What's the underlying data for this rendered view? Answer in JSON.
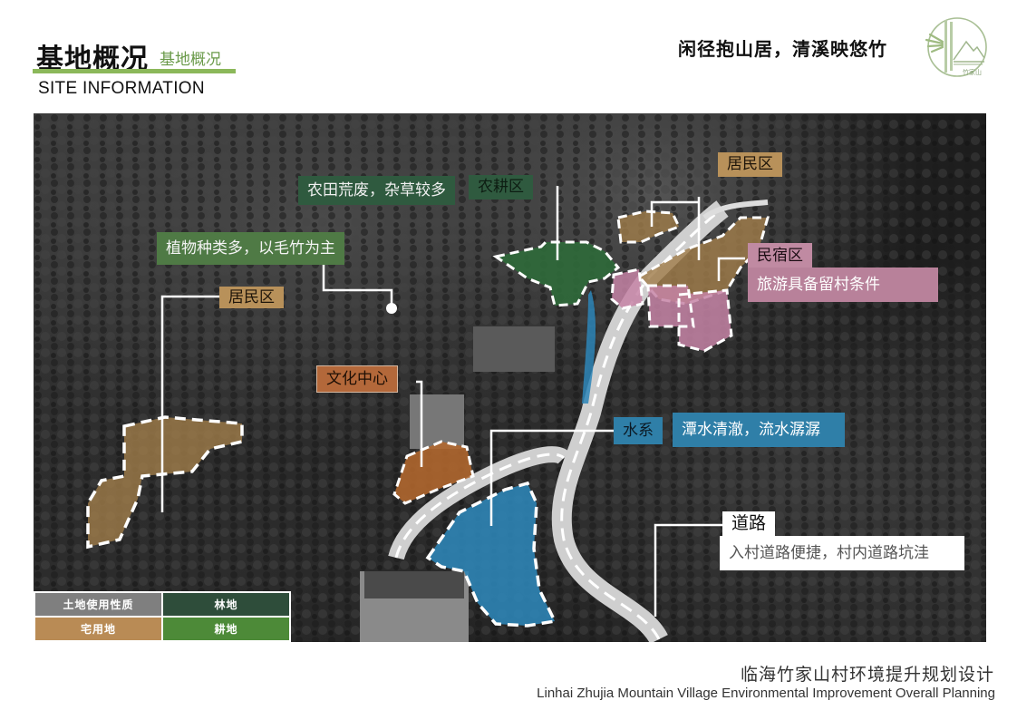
{
  "header": {
    "title": "基地概况",
    "subtitle": "基地概况",
    "english": "SITE INFORMATION",
    "accent_color": "#8bb85a"
  },
  "slogan": "闲径抱山居，清溪映悠竹",
  "logo": {
    "icon": "bamboo-mountain-logo",
    "text": "竹家山"
  },
  "map": {
    "annotations": {
      "farmland_note": "农田荒废，杂草较多",
      "farmland_label": "农耕区",
      "vegetation_note": "植物种类多，以毛竹为主",
      "residential_left_label": "居民区",
      "residential_top_label": "居民区",
      "homestay_label": "民宿区",
      "homestay_note": "旅游具备留村条件",
      "culture_center_label": "文化中心",
      "water_label": "水系",
      "water_note": "潭水清澈，流水潺潺",
      "road_label": "道路",
      "road_note": "入村道路便捷，村内道路坑洼"
    },
    "zone_colors": {
      "residential": "#a07d4a",
      "farmland": "#2f6a3a",
      "homestay": "#c584a6",
      "culture": "#b3682e",
      "water": "#2e86b8"
    }
  },
  "legend": {
    "items": [
      {
        "label": "土地使用性质",
        "color": "#7f7f7f"
      },
      {
        "label": "林地",
        "color": "#2e4d3a"
      },
      {
        "label": "宅用地",
        "color": "#b98b55"
      },
      {
        "label": "耕地",
        "color": "#4d8a38"
      }
    ]
  },
  "footer": {
    "title_cn": "临海竹家山村环境提升规划设计",
    "title_en": "Linhai Zhujia Mountain Village Environmental Improvement Overall Planning"
  }
}
